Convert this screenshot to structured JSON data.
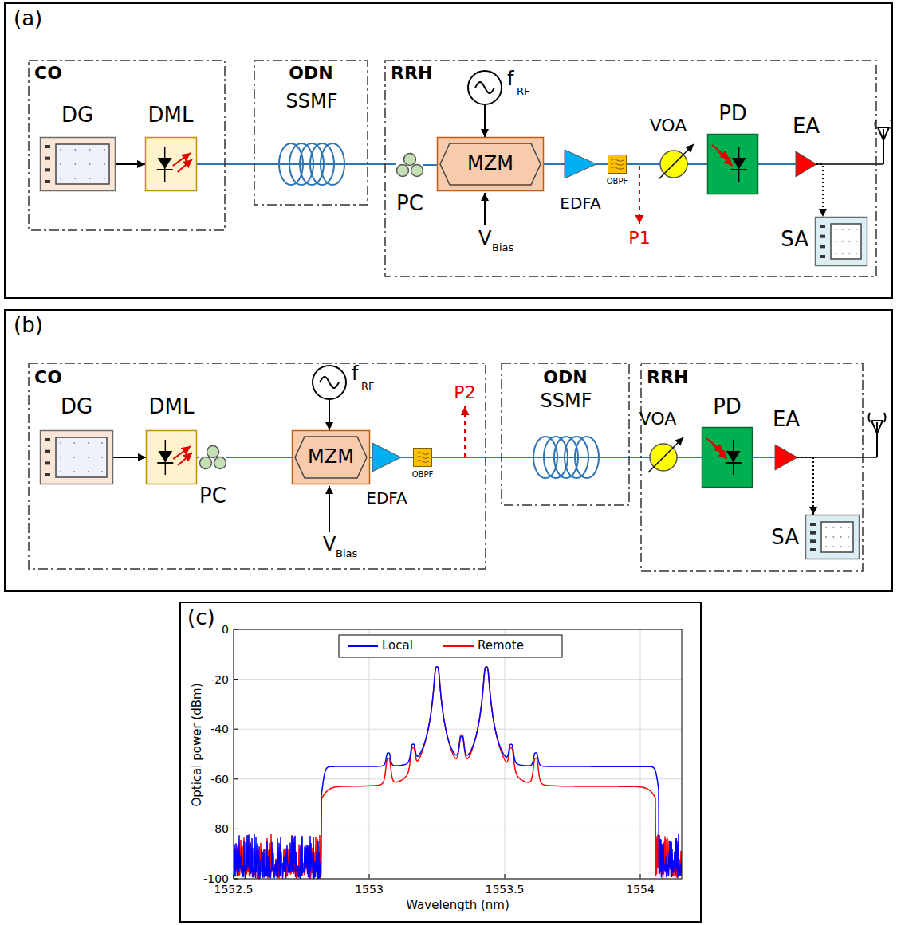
{
  "diagram": {
    "nodes": [
      {
        "text": [
          "(a)"
        ]
      },
      {
        "text": [
          "CO"
        ],
        "in": 0
      },
      {
        "text": [
          "DG"
        ],
        "in": 1
      },
      {
        "text": [
          "DML"
        ],
        "in": 1
      },
      {
        "text": [
          "ODN"
        ],
        "in": 0
      },
      {
        "text": [
          "SSMF"
        ],
        "in": 4
      },
      {
        "text": [
          "RRH"
        ],
        "in": 0
      },
      {
        "text": [
          "PC"
        ],
        "in": 6
      },
      {
        "text": [
          "f",
          "RF"
        ],
        "in": 6
      },
      {
        "text": [
          "MZM"
        ],
        "in": 6
      },
      {
        "text": [
          "EDFA"
        ],
        "in": 6
      },
      {
        "text": [
          "OBPF"
        ],
        "in": 6
      },
      {
        "text": [
          "VOA"
        ],
        "in": 6
      },
      {
        "text": [
          "PD"
        ],
        "in": 6
      },
      {
        "text": [
          "EA"
        ],
        "in": 6
      },
      {
        "text": [
          "SA"
        ],
        "in": 6
      },
      {
        "text": [
          "(b)"
        ]
      },
      {
        "text": [
          "CO"
        ],
        "in": 16
      },
      {
        "text": [
          "DG"
        ],
        "in": 17
      },
      {
        "text": [
          "DML"
        ],
        "in": 17
      },
      {
        "text": [
          "PC"
        ],
        "in": 17
      },
      {
        "text": [
          "f",
          "RF"
        ],
        "in": 17
      },
      {
        "text": [
          "MZM"
        ],
        "in": 17
      },
      {
        "text": [
          "EDFA"
        ],
        "in": 17
      },
      {
        "text": [
          "OBPF"
        ],
        "in": 17
      },
      {
        "text": [
          "ODN"
        ],
        "in": 16
      },
      {
        "text": [
          "SSMF"
        ],
        "in": 25
      },
      {
        "text": [
          "RRH"
        ],
        "in": 16
      },
      {
        "text": [
          "VOA"
        ],
        "in": 27
      },
      {
        "text": [
          "PD"
        ],
        "in": 27
      },
      {
        "text": [
          "EA"
        ],
        "in": 27
      },
      {
        "text": [
          "SA"
        ],
        "in": 27
      },
      {
        "text": [
          "(c)"
        ]
      }
    ],
    "edges": [
      {
        "from": 2,
        "to": 3,
        "arrow": "to"
      },
      {
        "from": 3,
        "to": 5,
        "arrow": "none"
      },
      {
        "from": 5,
        "to": 7,
        "arrow": "none"
      },
      {
        "from": 7,
        "to": 9,
        "arrow": "none"
      },
      {
        "from": 8,
        "to": 9,
        "arrow": "to"
      },
      {
        "from": 9,
        "to": 10,
        "arrow": "none"
      },
      {
        "from": 10,
        "to": 11,
        "arrow": "none"
      },
      {
        "from": 11,
        "to": 12,
        "arrow": "none"
      },
      {
        "from": 12,
        "to": 13,
        "arrow": "none"
      },
      {
        "from": 13,
        "to": 14,
        "arrow": "none"
      },
      {
        "from": 14,
        "to": 15,
        "arrow": "to"
      },
      {
        "from": 18,
        "to": 19,
        "arrow": "to"
      },
      {
        "from": 19,
        "to": 20,
        "arrow": "none"
      },
      {
        "from": 20,
        "to": 22,
        "arrow": "none"
      },
      {
        "from": 21,
        "to": 22,
        "arrow": "to"
      },
      {
        "from": 22,
        "to": 23,
        "arrow": "none"
      },
      {
        "from": 23,
        "to": 24,
        "arrow": "none"
      },
      {
        "from": 24,
        "to": 26,
        "arrow": "none"
      },
      {
        "from": 26,
        "to": 28,
        "arrow": "none"
      },
      {
        "from": 28,
        "to": 29,
        "arrow": "none"
      },
      {
        "from": 29,
        "to": 30,
        "arrow": "none"
      },
      {
        "from": 30,
        "to": 31,
        "arrow": "to"
      }
    ],
    "labels": [
      "V",
      "Bias",
      "P1",
      "V",
      "Bias",
      "P2",
      "0",
      "-20",
      "-40",
      "-60",
      "-80",
      "-100",
      "1552.5",
      "1553",
      "1553.5",
      "1554",
      "Optical power (dBm)",
      "Wavelength (nm)"
    ],
    "legend": [
      {
        "text": "Local"
      },
      {
        "text": "Remote"
      }
    ]
  }
}
